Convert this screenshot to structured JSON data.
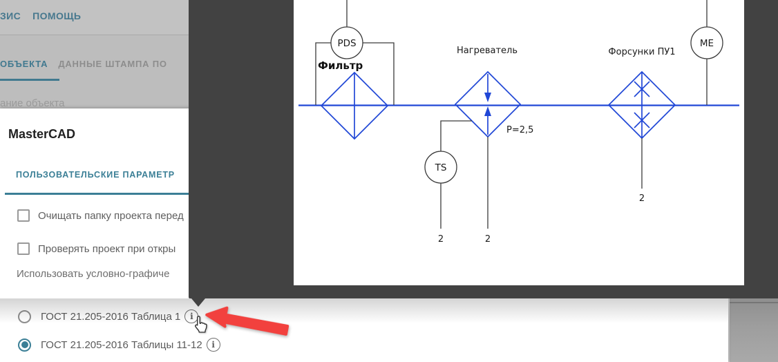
{
  "background": {
    "menu": {
      "items": [
        "ЗИС",
        "ПОМОЩЬ"
      ]
    },
    "tabs": [
      {
        "label": "ОБЪЕКТА",
        "active": true
      },
      {
        "label": "ДАННЫЕ ШТАМПА ПО",
        "active": false
      }
    ],
    "field_label": "ание объекта"
  },
  "dialog": {
    "title": "MasterCAD",
    "tab_label": "ПОЛЬЗОВАТЕЛЬСКИЕ ПАРАМЕТР",
    "checkboxes": [
      {
        "label": "Очищать папку проекта перед",
        "checked": false
      },
      {
        "label": "Проверять проект при откры",
        "checked": false
      }
    ],
    "section_label": "Использовать условно-графиче",
    "radios": [
      {
        "label": "ГОСТ 21.205-2016 Таблица 1",
        "selected": false
      },
      {
        "label": "ГОСТ 21.205-2016 Таблицы 11-12",
        "selected": true
      }
    ],
    "info_icon_glyph": "i"
  },
  "tooltip": {
    "diagram": {
      "filter_label": "Фильтр",
      "heater_label": "Нагреватель",
      "nozzles_label": "Форсунки ПУ1",
      "pressure_label": "P=2,5",
      "pds_label": "PDS",
      "ts_label": "TS",
      "me_label": "ME",
      "branch_numbers": [
        "2",
        "2",
        "2"
      ]
    }
  },
  "colors": {
    "accent_teal": "#3b7f96",
    "tooltip_bg": "#424242",
    "diagram_blue": "#2047d6",
    "diagram_black": "#3a3a3a",
    "arrow_red": "#f2413e",
    "backdrop": "#bdbdbd"
  }
}
